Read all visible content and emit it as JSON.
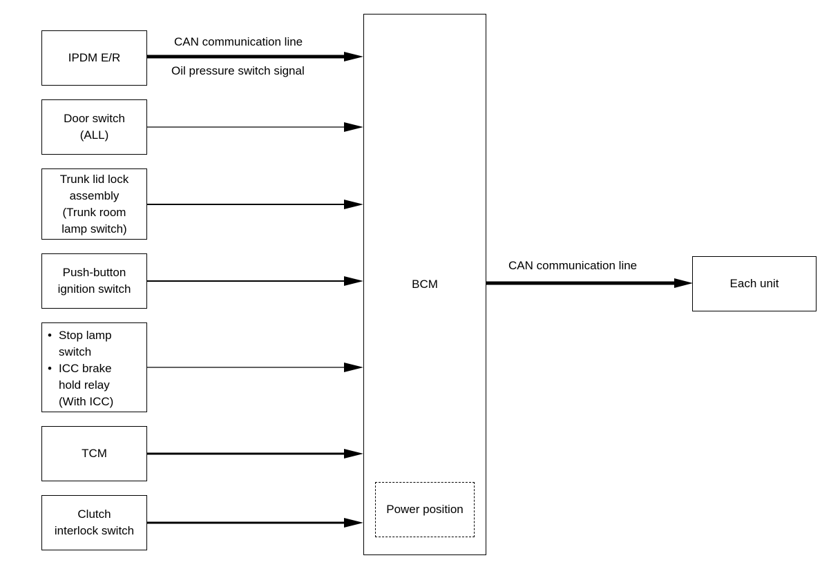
{
  "inputs": {
    "ipdm": {
      "label": "IPDM E/R"
    },
    "door": {
      "lines": [
        "Door switch",
        "(ALL)"
      ]
    },
    "trunk": {
      "lines": [
        "Trunk lid lock",
        "assembly",
        "(Trunk room",
        "lamp switch)"
      ]
    },
    "push": {
      "lines": [
        "Push-button",
        "ignition switch"
      ]
    },
    "stop": {
      "bullet": "•",
      "item1": [
        "Stop lamp",
        "switch"
      ],
      "item2": [
        "ICC brake",
        "hold relay",
        "(With ICC)"
      ]
    },
    "tcm": {
      "label": "TCM"
    },
    "clutch": {
      "lines": [
        "Clutch",
        "interlock switch"
      ]
    }
  },
  "bcm": {
    "label": "BCM",
    "power_position": "Power position"
  },
  "signals": {
    "ipdm_line": "CAN communication line",
    "ipdm_signal": "Oil pressure switch signal",
    "output_line": "CAN communication line"
  },
  "output": {
    "label": "Each unit"
  }
}
